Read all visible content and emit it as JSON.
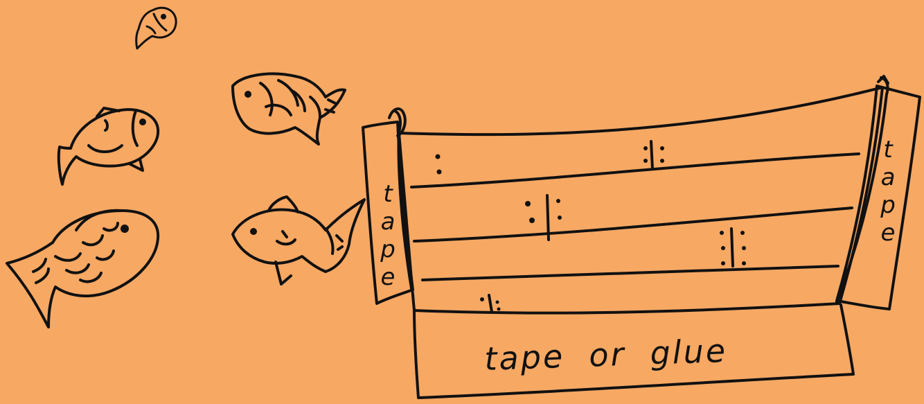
{
  "labels": {
    "bottom_flap": "tape  or  glue",
    "left_tab": "tape",
    "right_tab": "tape"
  },
  "colors": {
    "background": "#f7a863",
    "ink": "#111111"
  },
  "icons": [
    "fish-icon",
    "small-fish-icon"
  ]
}
